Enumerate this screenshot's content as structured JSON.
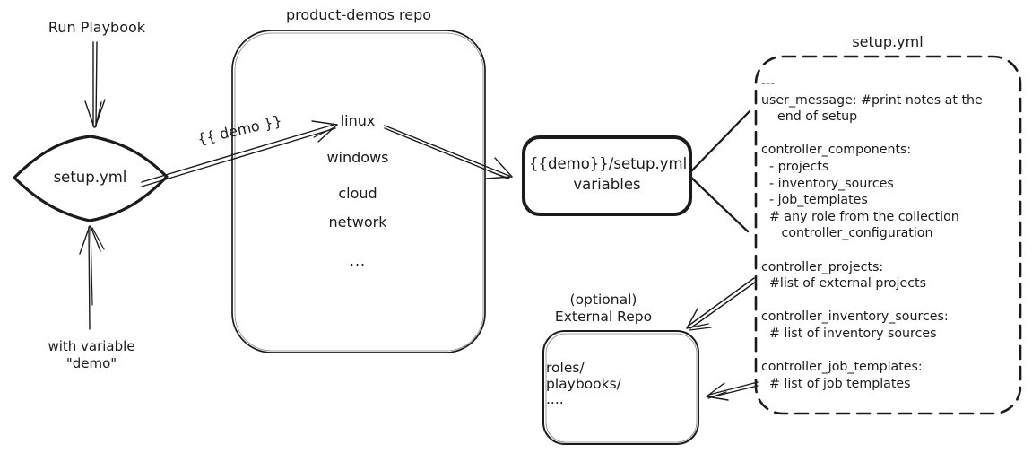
{
  "left_flow": {
    "run_playbook_label": "Run Playbook",
    "diamond_label": "setup.yml",
    "with_variable_label": "with variable\n\"demo\""
  },
  "repo": {
    "title": "product-demos repo",
    "arrow_label": "{{ demo }}",
    "items": [
      "linux",
      "windows",
      "cloud",
      "network",
      "..."
    ]
  },
  "variables_box": {
    "label": "{{demo}}/setup.yml\nvariables"
  },
  "setup_file": {
    "title": "setup.yml",
    "content": "---\nuser_message: #print notes at the\n    end of setup\n\ncontroller_components:\n  - projects\n  - inventory_sources\n  - job_templates\n  # any role from the collection\n     controller_configuration\n\ncontroller_projects:\n  #list of external projects\n\ncontroller_inventory_sources:\n  # list of inventory sources\n\ncontroller_job_templates:\n  # list of job templates"
  },
  "external_repo": {
    "title": "(optional)\nExternal Repo",
    "content": "roles/\nplaybooks/\n...."
  }
}
